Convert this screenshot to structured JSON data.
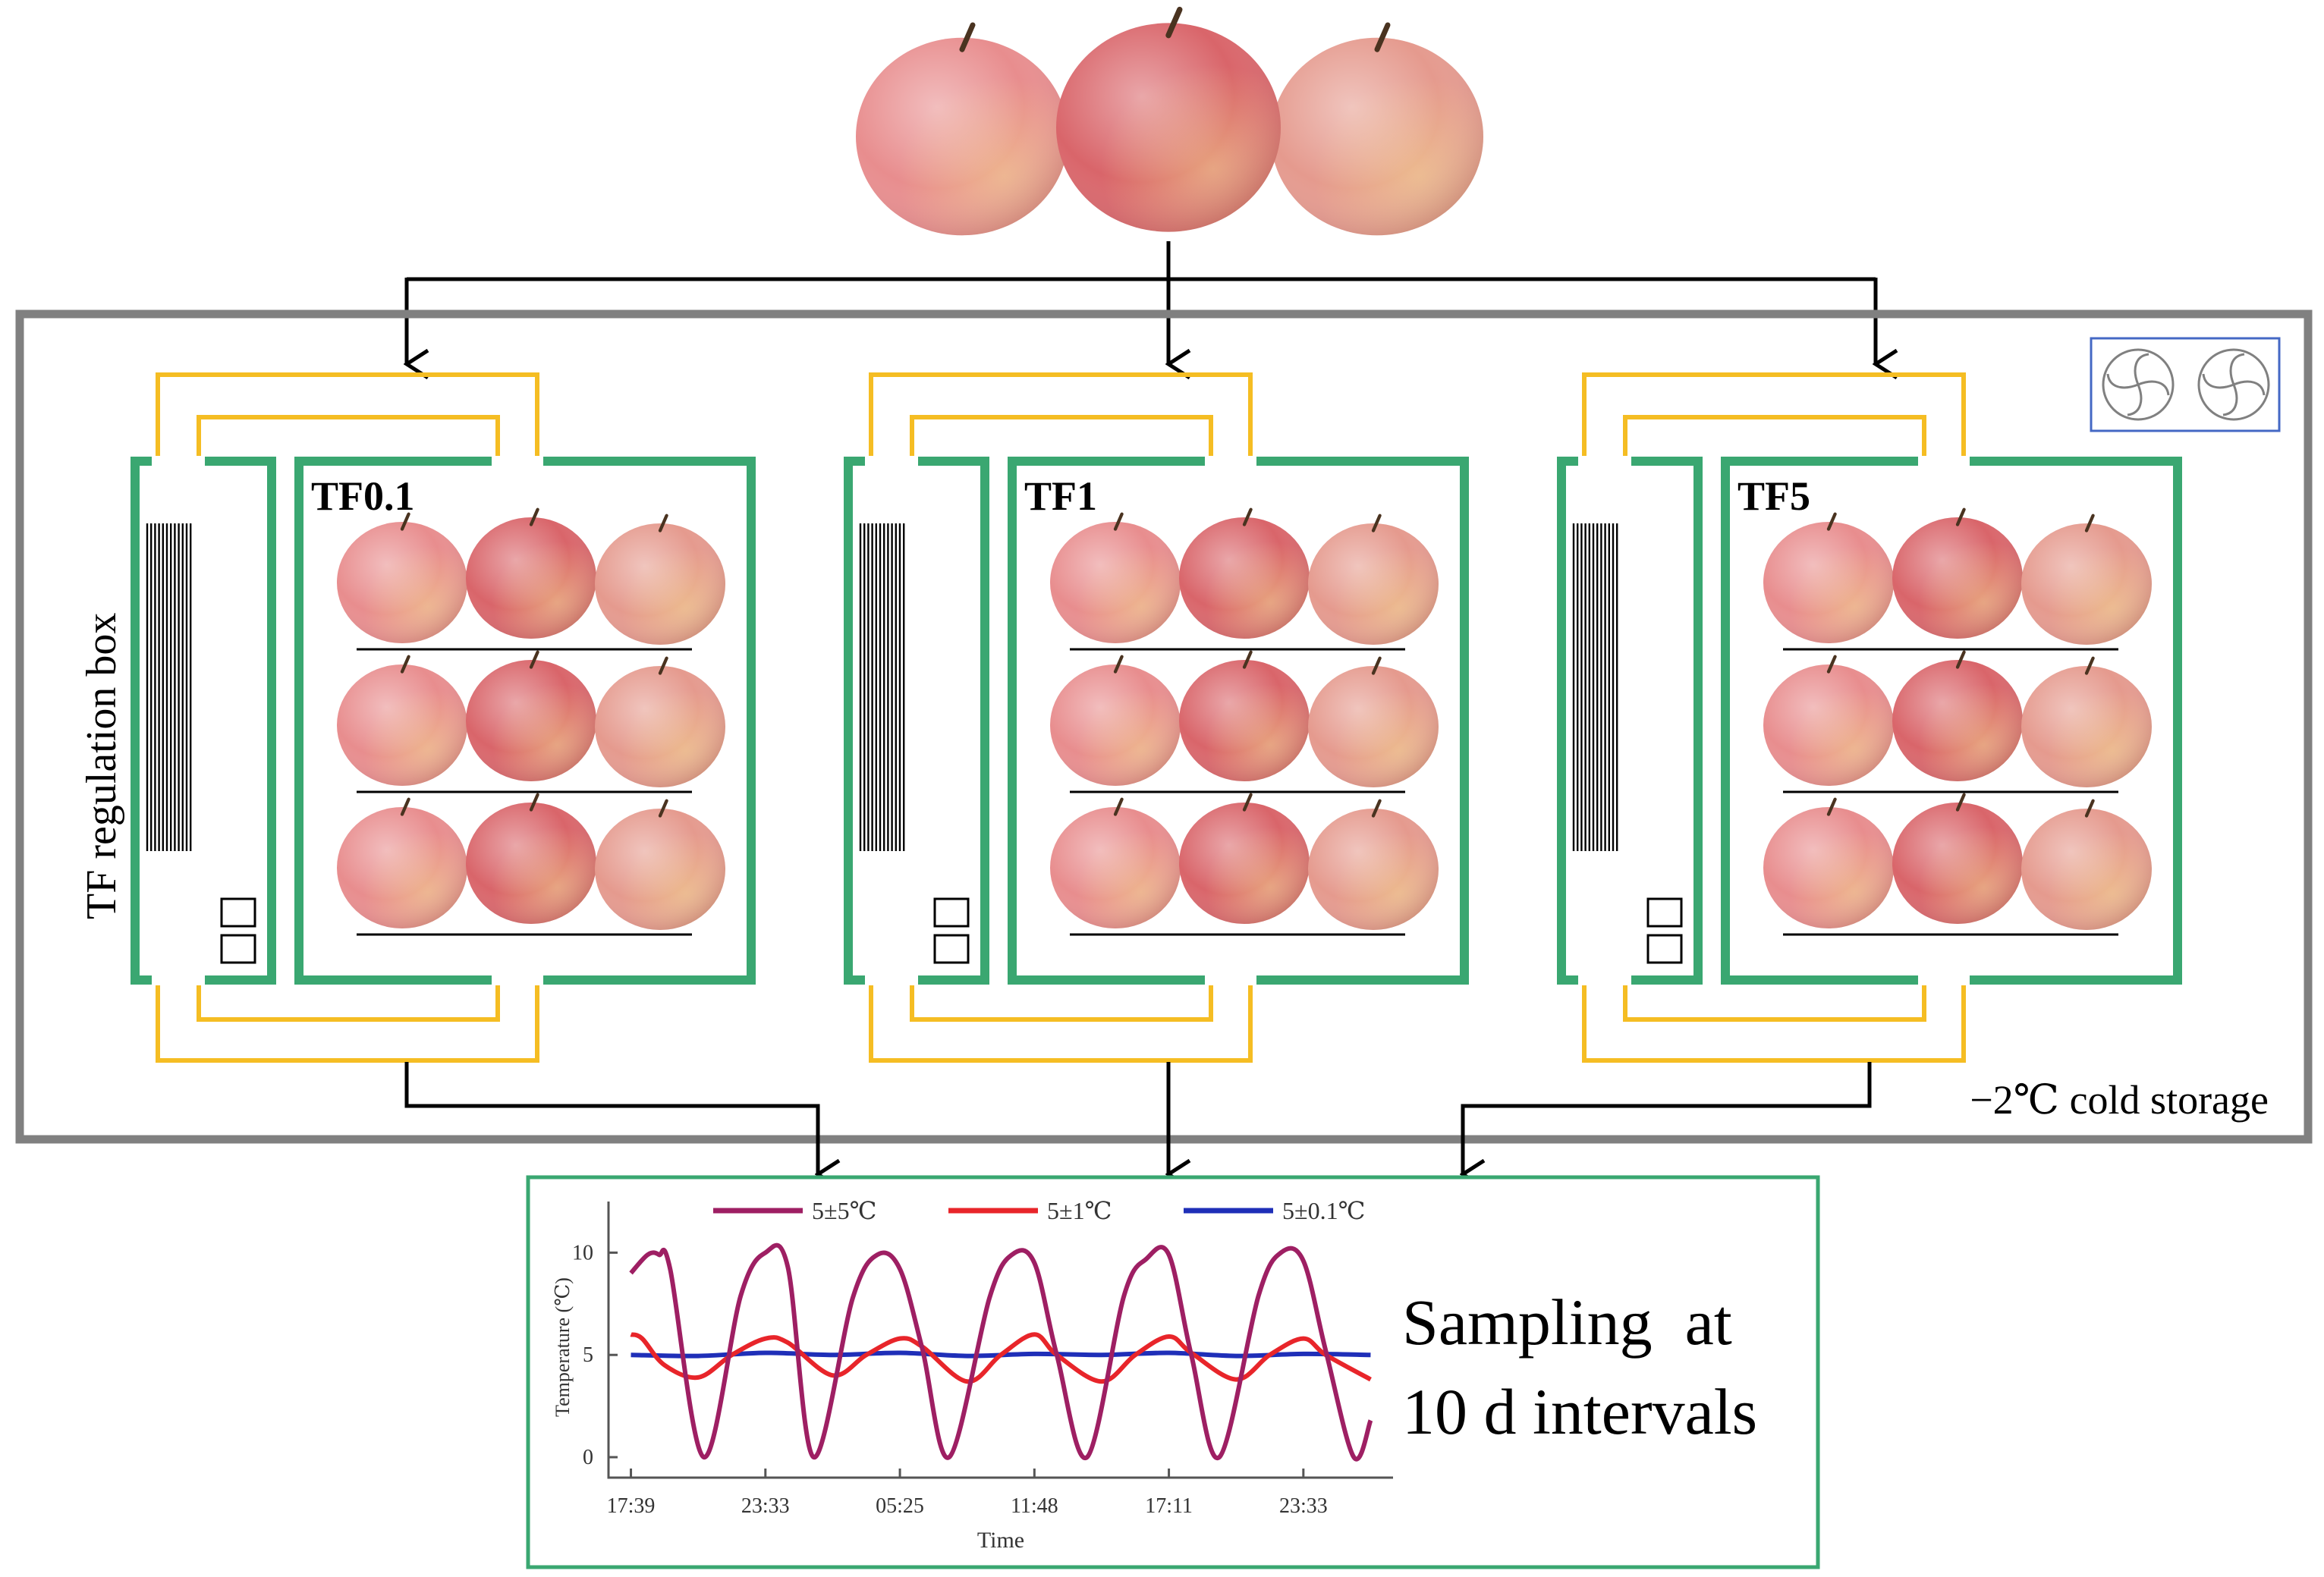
{
  "apple_fill_colors": [
    "#e88d8e",
    "#d9656a",
    "#e59a8e"
  ],
  "colors": {
    "storage_border": "#808080",
    "box_border": "#3aa771",
    "pipe": "#f5bd23",
    "fan_frame": "#4468c4",
    "arrow": "#000000",
    "legend_border": "#3aa771"
  },
  "icons": [
    "apple-icon",
    "fan-icon",
    "heat-exchanger-icon",
    "arrow-down-icon"
  ],
  "diagram": {
    "side_label": "TF regulation box",
    "storage_label": "−2℃ cold storage",
    "boxes": [
      {
        "label": "TF0.1"
      },
      {
        "label": "TF1"
      },
      {
        "label": "TF5"
      }
    ],
    "sampling_line1": "Sampling  at",
    "sampling_line2": "10 d intervals"
  },
  "chart_data": {
    "type": "line",
    "title": "",
    "xlabel": "Time",
    "ylabel": "Temperature (℃)",
    "ylim": [
      -1,
      12.5
    ],
    "yticks": [
      0,
      5,
      10
    ],
    "x_tick_labels": [
      "17:39",
      "23:33",
      "05:25",
      "11:48",
      "17:11",
      "23:33"
    ],
    "x_tick_positions": [
      0,
      12,
      24,
      36,
      48,
      60
    ],
    "xlim": [
      -2,
      68
    ],
    "legend_position": "top",
    "series": [
      {
        "name": "5±5℃",
        "color": "#9e1f63",
        "x": [
          0,
          1.5,
          2.5,
          3.5,
          6.5,
          9.8,
          12.0,
          14.0,
          16.3,
          19.8,
          22.0,
          24.0,
          26.0,
          28.4,
          32.0,
          34.0,
          36.0,
          38.0,
          40.7,
          44.0,
          46.0,
          48.0,
          50.0,
          52.5,
          56.0,
          58.0,
          60.0,
          62.0,
          64.5,
          66
        ],
        "y": [
          9.0,
          9.9,
          9.9,
          9.2,
          0.0,
          7.9,
          10.0,
          9.3,
          0.0,
          7.8,
          9.9,
          9.2,
          5.3,
          0.0,
          7.8,
          9.9,
          9.5,
          5.0,
          0.0,
          7.9,
          9.7,
          9.9,
          5.0,
          0.0,
          7.9,
          10.0,
          9.6,
          5.2,
          0.0,
          1.8
        ]
      },
      {
        "name": "5±1℃",
        "color": "#e8252a",
        "x": [
          0,
          1,
          3,
          6,
          9,
          12,
          14,
          18,
          21,
          24,
          26,
          30,
          33,
          36,
          38,
          42,
          45,
          48,
          50,
          54,
          57,
          60,
          62,
          66
        ],
        "y": [
          6.0,
          5.8,
          4.5,
          3.9,
          5.0,
          5.8,
          5.6,
          4.0,
          5.0,
          5.8,
          5.4,
          3.7,
          5.0,
          6.0,
          5.0,
          3.7,
          5.0,
          5.9,
          5.1,
          3.8,
          5.0,
          5.8,
          5.0,
          3.8
        ]
      },
      {
        "name": "5±0.1℃",
        "color": "#1f2fb8",
        "x": [
          0,
          6,
          12,
          18,
          24,
          30,
          36,
          42,
          48,
          54,
          60,
          66
        ],
        "y": [
          5.0,
          4.95,
          5.1,
          5.0,
          5.1,
          4.95,
          5.05,
          5.0,
          5.1,
          4.95,
          5.05,
          5.0
        ]
      }
    ]
  }
}
